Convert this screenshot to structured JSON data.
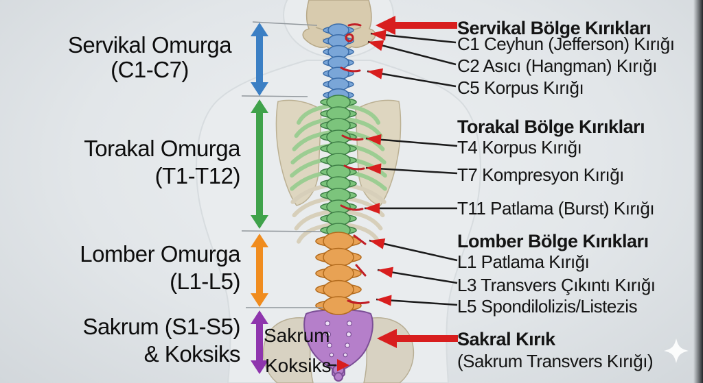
{
  "colors": {
    "cervical_arrow": "#3b7fc4",
    "thoracic_arrow": "#3fa24a",
    "lumbar_arrow": "#f08c1e",
    "sacral_arrow": "#8e35ad",
    "fracture_arrow_red": "#d81e1e",
    "connector_line": "#1b1b1b",
    "boundary_line": "#90969b",
    "spine_cervical": "#7aa6d8",
    "spine_thoracic": "#7cc47c",
    "spine_lumbar": "#e8a254",
    "spine_sacrum": "#b57fca",
    "rib_green": "#9ccd92",
    "bone": "#d8cbae",
    "fracture_mark": "#c11f26"
  },
  "left_labels": [
    {
      "line1": "Servikal Omurga",
      "line2": "(C1-C7)"
    },
    {
      "line1": "Torakal Omurga",
      "line2": "(T1-T12)"
    },
    {
      "line1": "Lomber Omurga",
      "line2": "(L1-L5)"
    },
    {
      "line1": "Sakrum (S1-S5)",
      "line2": "& Koksiks"
    }
  ],
  "center_labels": {
    "sacrum_label": "Sakrum",
    "coccyx_label": "Koksiks"
  },
  "right_sections": [
    {
      "header": "Servikal Bölge Kırıkları",
      "items": [
        "C1 Ceyhun (Jefferson) Kırığı",
        "C2 Asıcı (Hangman) Kırığı",
        "C5 Korpus Kırığı"
      ]
    },
    {
      "header": "Torakal Bölge Kırıkları",
      "items": [
        "T4 Korpus Kırığı",
        "T7 Kompresyon Kırığı",
        "T11 Patlama (Burst) Kırığı"
      ]
    },
    {
      "header": "Lomber Bölge Kırıkları",
      "items": [
        "L1 Patlama Kırığı",
        "L3 Transvers Çıkıntı Kırığı",
        "L5 Spondilolizis/Listezis"
      ]
    },
    {
      "header": "Sakral Kırık",
      "items": [
        "(Sakrum Transvers Kırığı)"
      ]
    }
  ]
}
